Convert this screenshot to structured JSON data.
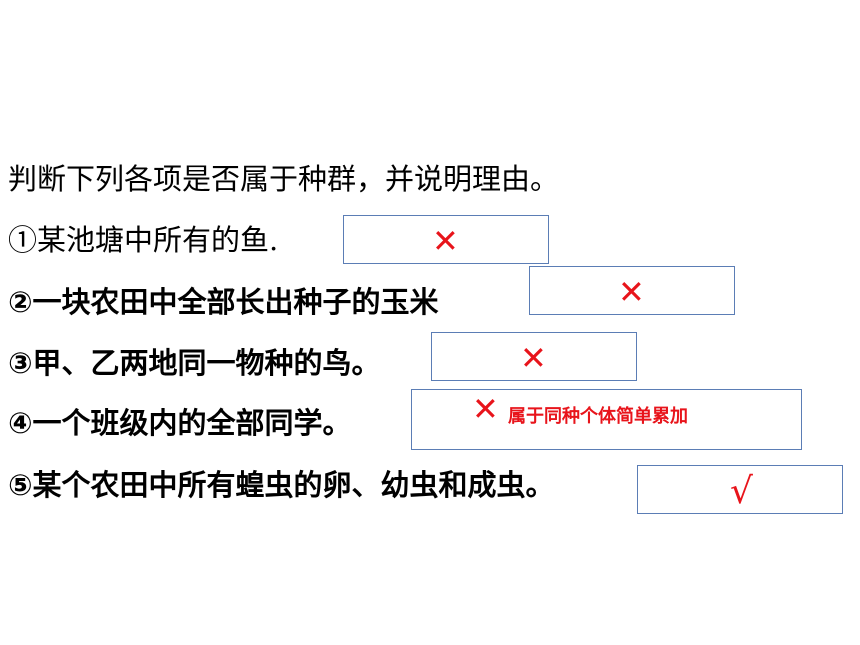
{
  "question": {
    "prompt": "判断下列各项是否属于种群，并说明理由。",
    "items": [
      {
        "text": "①某池塘中所有的鱼.",
        "mark": "✕",
        "note": ""
      },
      {
        "text": "②一块农田中全部长出种子的玉米",
        "mark": "✕",
        "note": ""
      },
      {
        "text": "③甲、乙两地同一物种的鸟。",
        "mark": "✕",
        "note": ""
      },
      {
        "text": "④一个班级内的全部同学。",
        "mark": "✕",
        "note": "属于同种个体简单累加"
      },
      {
        "text": "⑤某个农田中所有蝗虫的卵、幼虫和成虫。",
        "mark": "√",
        "note": ""
      }
    ]
  },
  "colors": {
    "mark": "#e8141b",
    "box_border": "#5b7db5",
    "text": "#000000",
    "background": "#ffffff"
  }
}
